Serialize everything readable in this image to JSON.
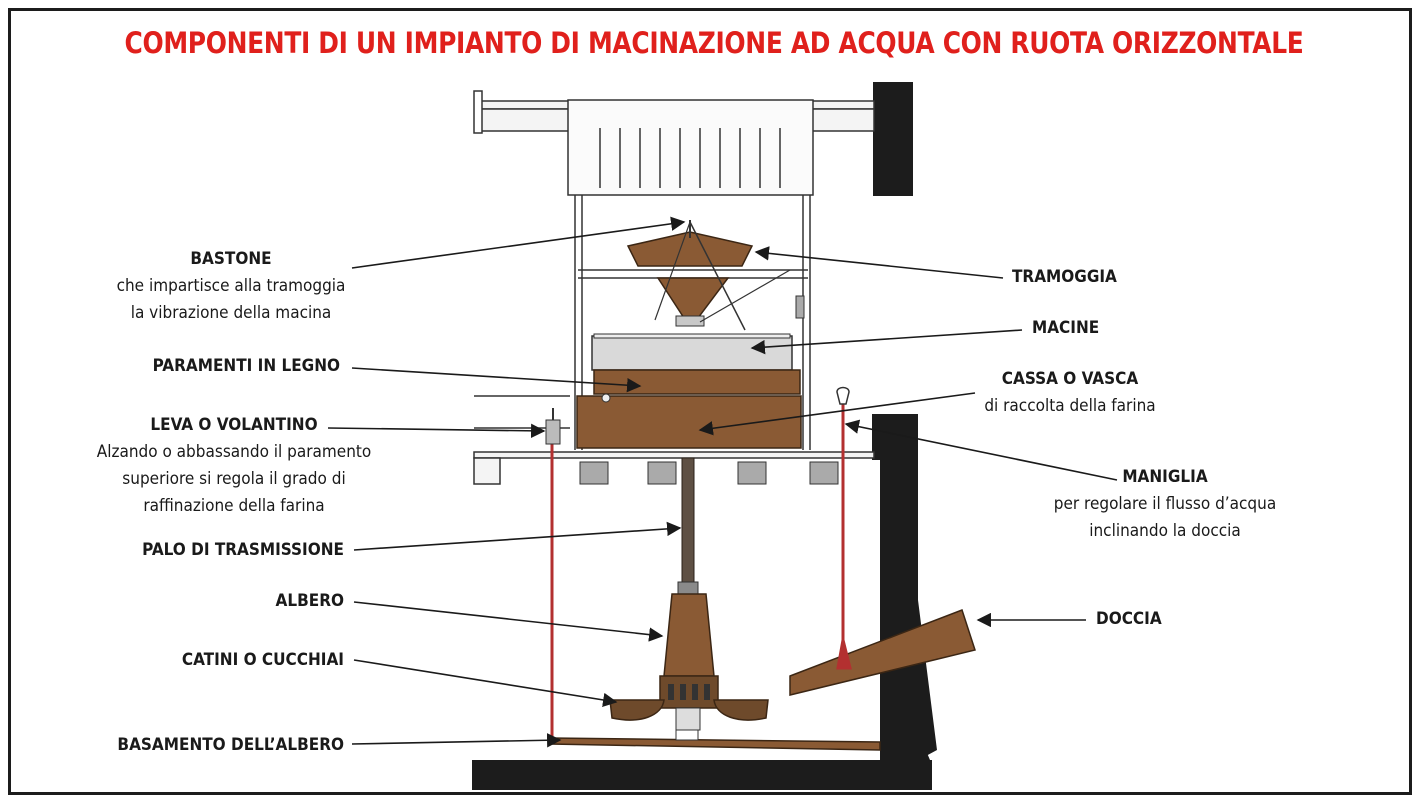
{
  "title": "COMPONENTI DI UN IMPIANTO DI MACINAZIONE AD ACQUA CON RUOTA ORIZZONTALE",
  "labels": {
    "bastone": {
      "name": "BASTONE",
      "desc1": "che impartisce alla tramoggia",
      "desc2": "la vibrazione della macina"
    },
    "paramenti": {
      "name": "PARAMENTI IN LEGNO"
    },
    "leva": {
      "name": "LEVA O VOLANTINO",
      "desc1": "Alzando o abbassando il paramento",
      "desc2": "superiore si regola il grado di",
      "desc3": "raffinazione della farina"
    },
    "palo": {
      "name": "PALO DI TRASMISSIONE"
    },
    "albero": {
      "name": "ALBERO"
    },
    "catini": {
      "name": "CATINI O CUCCHIAI"
    },
    "basamento": {
      "name": "BASAMENTO DELL’ALBERO"
    },
    "tramoggia": {
      "name": "TRAMOGGIA"
    },
    "macine": {
      "name": "MACINE"
    },
    "cassa": {
      "name": "CASSA O VASCA",
      "desc1": "di raccolta della farina"
    },
    "maniglia": {
      "name": "MANIGLIA",
      "desc1": "per regolare il flusso d’acqua",
      "desc2": "inclinando la doccia"
    },
    "doccia": {
      "name": "DOCCIA"
    }
  },
  "colors": {
    "title": "#e0201c",
    "wood": "#8a5a34",
    "wood_dark": "#5e3c22",
    "stone": "#d9d9d9",
    "rod": "#b33030",
    "wall": "#1c1c1c"
  }
}
